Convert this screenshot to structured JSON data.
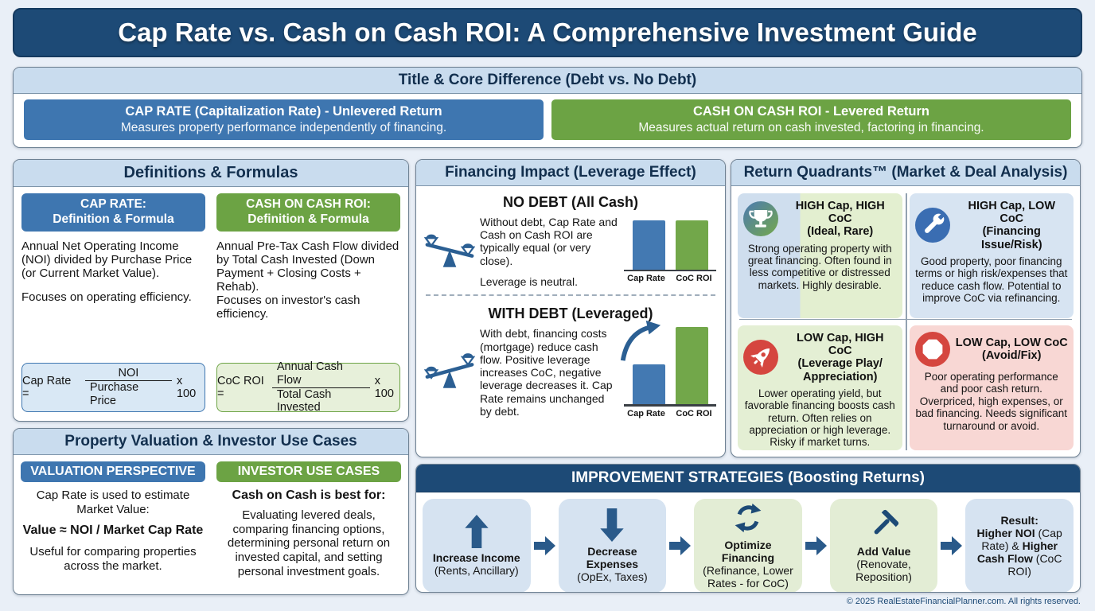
{
  "page": {
    "title": "Cap Rate vs. Cash on Cash ROI: A Comprehensive Investment Guide",
    "footer": "© 2025 RealEstateFinancialPlanner.com. All rights reserved."
  },
  "colors": {
    "navy": "#1d4a76",
    "blue": "#3e76b0",
    "green": "#6ca344",
    "bar_blue": "#4379b2",
    "bar_green": "#72a74a",
    "red": "#d5463f",
    "light_blue_card": "#d7e4f2",
    "light_green_card": "#e4efd4",
    "light_red_card": "#f8d7d4"
  },
  "core_difference": {
    "header": "Title & Core Difference (Debt vs. No Debt)",
    "cap_rate": {
      "title": "CAP RATE (Capitalization Rate) - Unlevered Return",
      "subtitle": "Measures property performance independently of financing."
    },
    "coc_roi": {
      "title": "CASH ON CASH ROI - Levered Return",
      "subtitle": "Measures actual return on cash invested, factoring in financing."
    }
  },
  "definitions": {
    "header": "Definitions & Formulas",
    "cap_rate": {
      "box_line1": "CAP RATE:",
      "box_line2": "Definition & Formula",
      "body1": "Annual Net Operating Income (NOI) divided by Purchase Price (or Current Market Value).",
      "body2": "Focuses on operating efficiency.",
      "formula": {
        "lhs": "Cap Rate =",
        "numerator": "NOI",
        "denominator": "Purchase Price",
        "suffix": "x 100"
      }
    },
    "coc": {
      "box_line1": "CASH ON CASH ROI:",
      "box_line2": "Definition & Formula",
      "body1": "Annual Pre-Tax Cash Flow divided by Total Cash Invested (Down Payment + Closing Costs + Rehab).",
      "body2": "Focuses on investor's cash efficiency.",
      "formula": {
        "lhs": "CoC ROI =",
        "numerator": "Annual Cash Flow",
        "denominator": "Total Cash Invested",
        "suffix": "x 100"
      }
    }
  },
  "valuation": {
    "header": "Property Valuation & Investor Use Cases",
    "left": {
      "pill": "VALUATION PERSPECTIVE",
      "line1": "Cap Rate is used to estimate Market Value:",
      "formula": "Value ≈ NOI / Market Cap Rate",
      "line2": "Useful for comparing properties across the market."
    },
    "right": {
      "pill": "INVESTOR USE CASES",
      "heading": "Cash on Cash is best for:",
      "body": "Evaluating levered deals, comparing financing options, determining personal return on invested capital, and setting personal investment goals."
    }
  },
  "financing": {
    "header": "Financing Impact (Leverage Effect)",
    "no_debt": {
      "title": "NO DEBT (All Cash)",
      "body": "Without debt, Cap Rate and Cash on Cash ROI are typically equal (or very close).",
      "note": "Leverage is neutral.",
      "bar_label_1": "Cap Rate",
      "bar_label_2": "CoC ROI",
      "bars": [
        62,
        62
      ]
    },
    "with_debt": {
      "title": "WITH DEBT (Leveraged)",
      "body": "With debt, financing costs (mortgage) reduce cash flow. Positive leverage increases CoC, negative leverage decreases it. Cap Rate remains unchanged by debt.",
      "bar_label_1": "Cap Rate",
      "bar_label_2": "CoC ROI",
      "bars": [
        50,
        97
      ]
    }
  },
  "chart_data": [
    {
      "type": "bar",
      "title": "NO DEBT (All Cash)",
      "categories": [
        "Cap Rate",
        "CoC ROI"
      ],
      "values": [
        1,
        1
      ],
      "note": "bars equal height"
    },
    {
      "type": "bar",
      "title": "WITH DEBT (Leveraged)",
      "categories": [
        "Cap Rate",
        "CoC ROI"
      ],
      "values": [
        1,
        1.95
      ],
      "note": "CoC ROI bar roughly double Cap Rate bar"
    }
  ],
  "quadrants": {
    "header": "Return Quadrants™ (Market & Deal Analysis)",
    "cards": [
      {
        "icon": "trophy-icon",
        "title1": "HIGH Cap, HIGH CoC",
        "title2": "(Ideal, Rare)",
        "title3": "",
        "body": "Strong operating property with great financing. Often found in less competitive or distressed markets. Highly desirable."
      },
      {
        "icon": "wrench-icon",
        "title1": "HIGH Cap, LOW CoC",
        "title2": "(Financing Issue/Risk)",
        "title3": "",
        "body": "Good property, poor financing terms or high risk/expenses that reduce cash flow. Potential to improve CoC via refinancing."
      },
      {
        "icon": "rocket-icon",
        "title1": "LOW Cap, HIGH CoC",
        "title2": "(Leverage Play/",
        "title3": "Appreciation)",
        "body": "Lower operating yield, but favorable financing boosts cash return. Often relies on appreciation or high leverage. Risky if market turns."
      },
      {
        "icon": "stop-icon",
        "title1": "LOW Cap, LOW CoC",
        "title2": "(Avoid/Fix)",
        "title3": "",
        "body": "Poor operating performance and poor cash return. Overpriced, high expenses, or bad financing. Needs significant turnaround or avoid."
      }
    ]
  },
  "improvement": {
    "header": "IMPROVEMENT STRATEGIES (Boosting Returns)",
    "steps": [
      {
        "icon": "up-arrow-icon",
        "bold": "Increase Income",
        "rest": "(Rents, Ancillary)"
      },
      {
        "icon": "down-arrow-icon",
        "bold": "Decrease Expenses",
        "rest": "(OpEx, Taxes)"
      },
      {
        "icon": "refresh-icon",
        "bold": "Optimize Financing",
        "rest": "(Refinance, Lower Rates - for CoC)"
      },
      {
        "icon": "hammer-icon",
        "bold": "Add Value",
        "rest": "(Renovate, Reposition)"
      }
    ],
    "result": {
      "label": "Result:",
      "bold1": "Higher NOI",
      "rest1": " (Cap Rate) & ",
      "bold2": "Higher Cash Flow",
      "rest2": " (CoC ROI)"
    }
  }
}
